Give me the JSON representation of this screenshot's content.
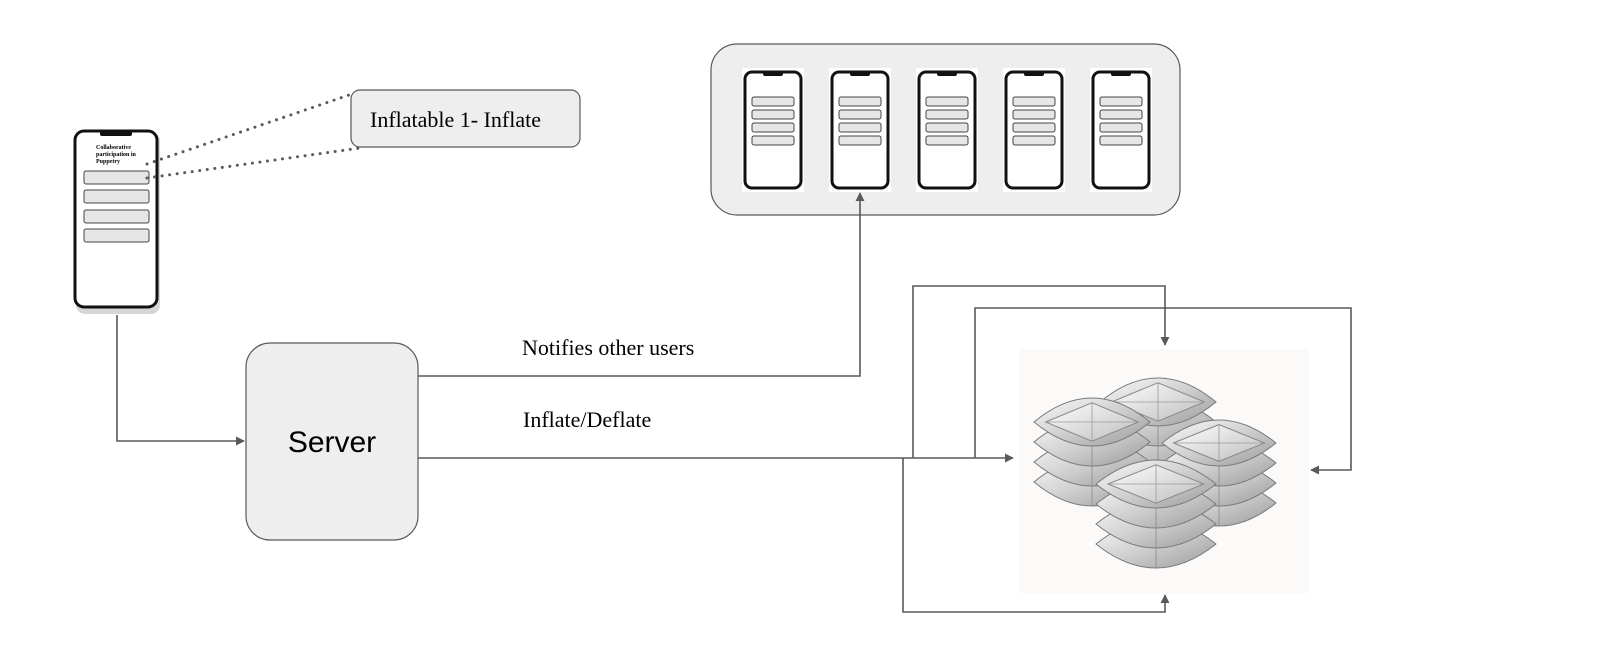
{
  "phone": {
    "screen_title": "Collaborative participation in Puppetry"
  },
  "callout": {
    "label": "Inflatable 1- Inflate"
  },
  "server": {
    "label": "Server"
  },
  "edges": {
    "notify_label": "Notifies other users",
    "inflate_label": "Inflate/Deflate"
  },
  "colors": {
    "box_fill": "#eeeeee",
    "box_stroke": "#595959",
    "line": "#595959"
  },
  "icons": {
    "user_phone": "smartphone-icon",
    "other_phones": "smartphone-icon",
    "inflatable": "inflatable-structure-icon"
  }
}
